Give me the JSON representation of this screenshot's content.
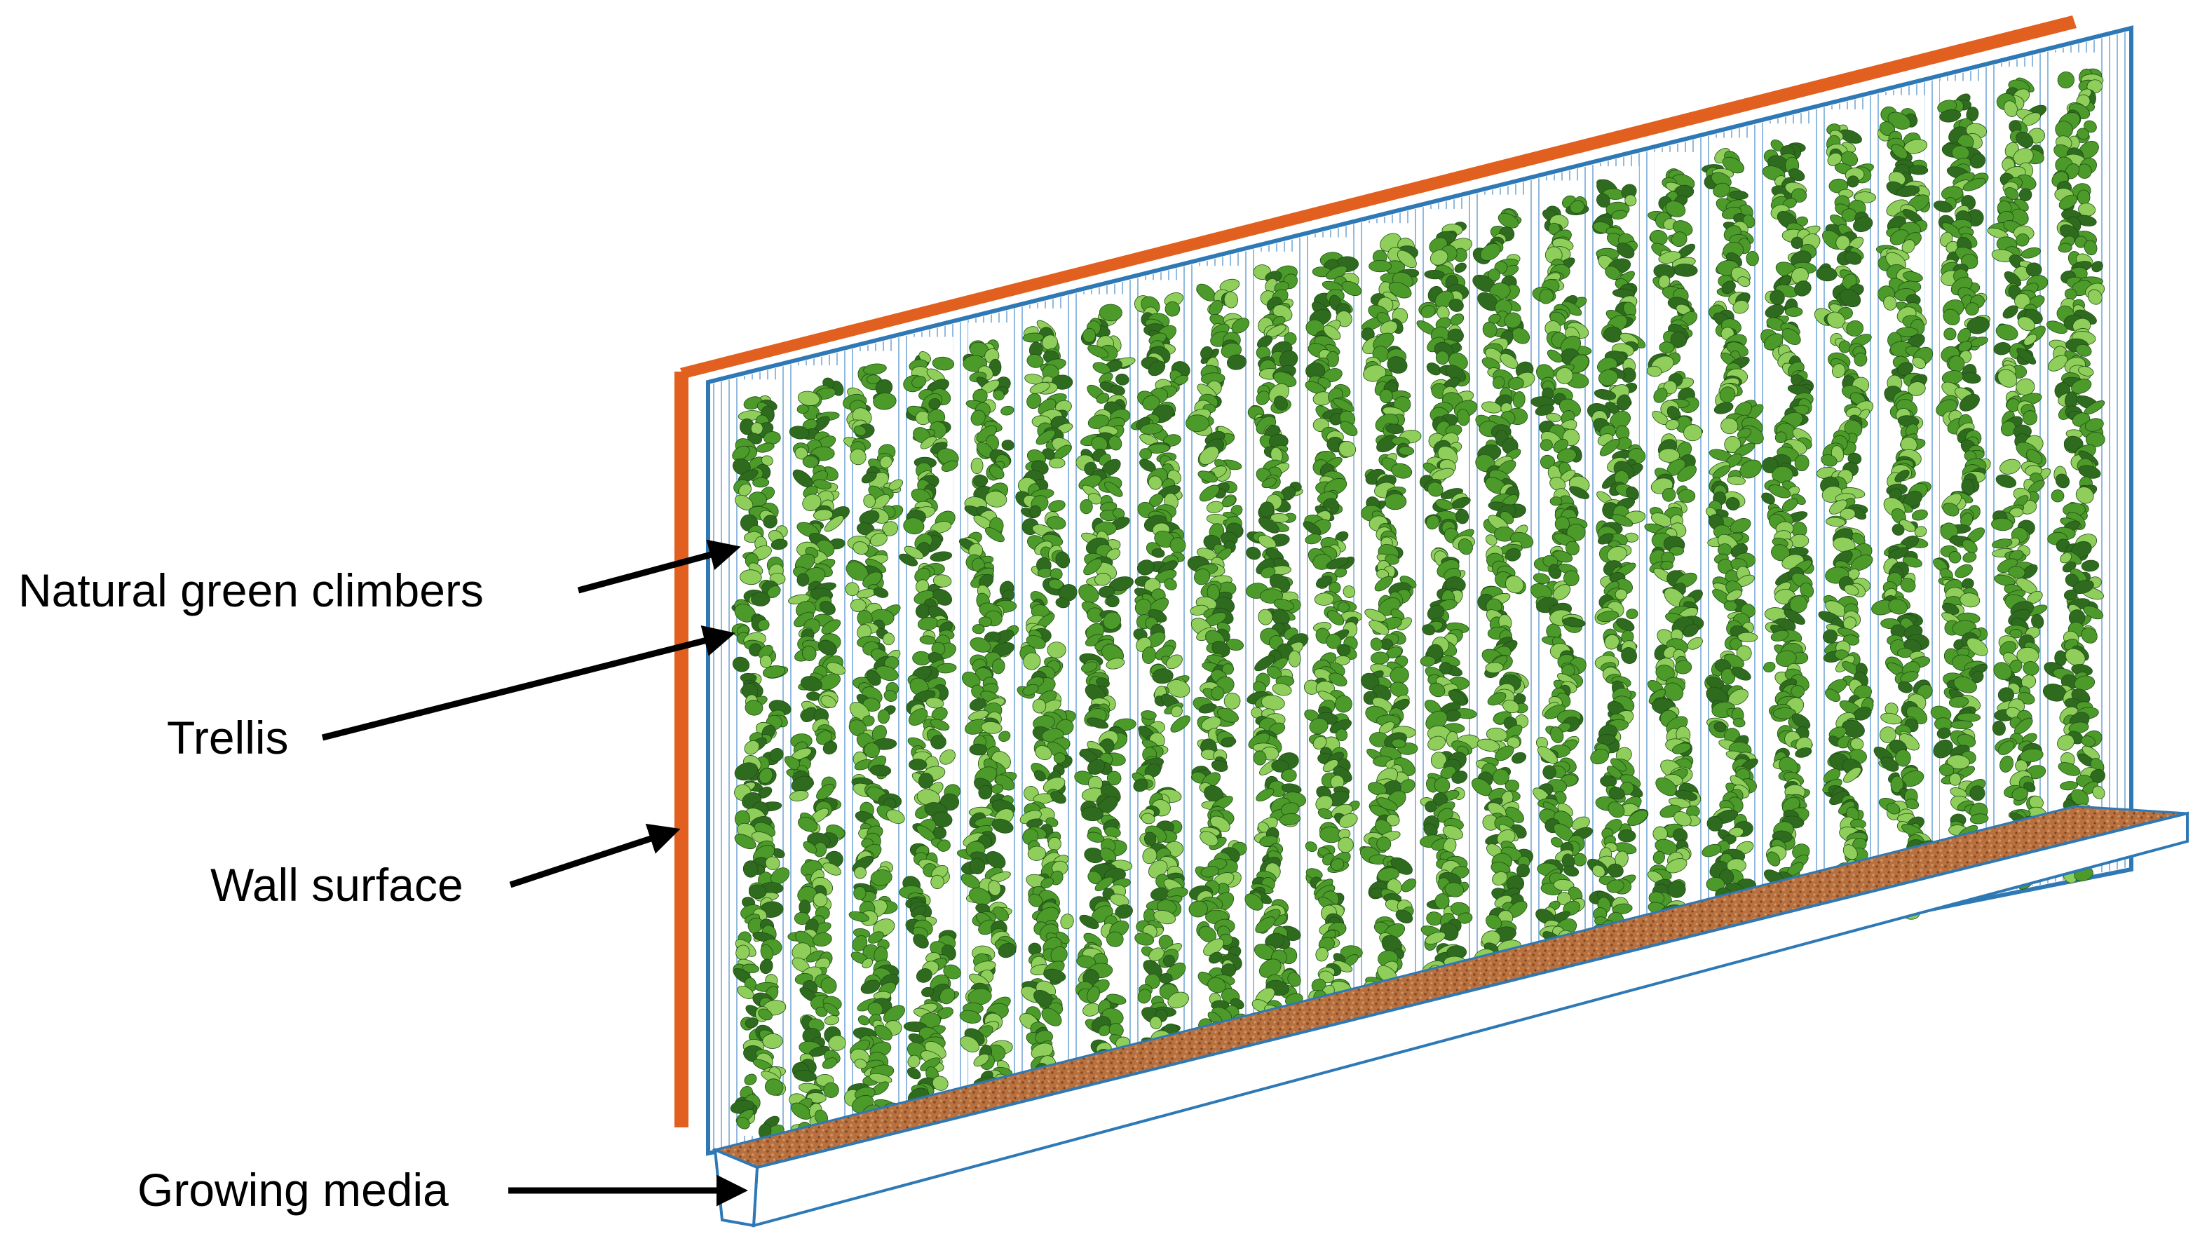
{
  "labels": {
    "natural_green_climbers": "Natural green climbers",
    "trellis": "Trellis",
    "wall_surface": "Wall surface",
    "growing_media": "Growing media"
  },
  "colors": {
    "wall_surface": "#e2601f",
    "trellis_frame": "#2e79b5",
    "trellis_wire": "#6fa3d3",
    "foliage_dark": "#2f6b1f",
    "foliage_mid": "#4c9a2a",
    "foliage_light": "#8fce5a",
    "growing_media": "#b8703f",
    "planter_edge": "#2e79b5"
  },
  "icons": {
    "arrow": "arrow-icon",
    "climber": "vine-icon"
  }
}
